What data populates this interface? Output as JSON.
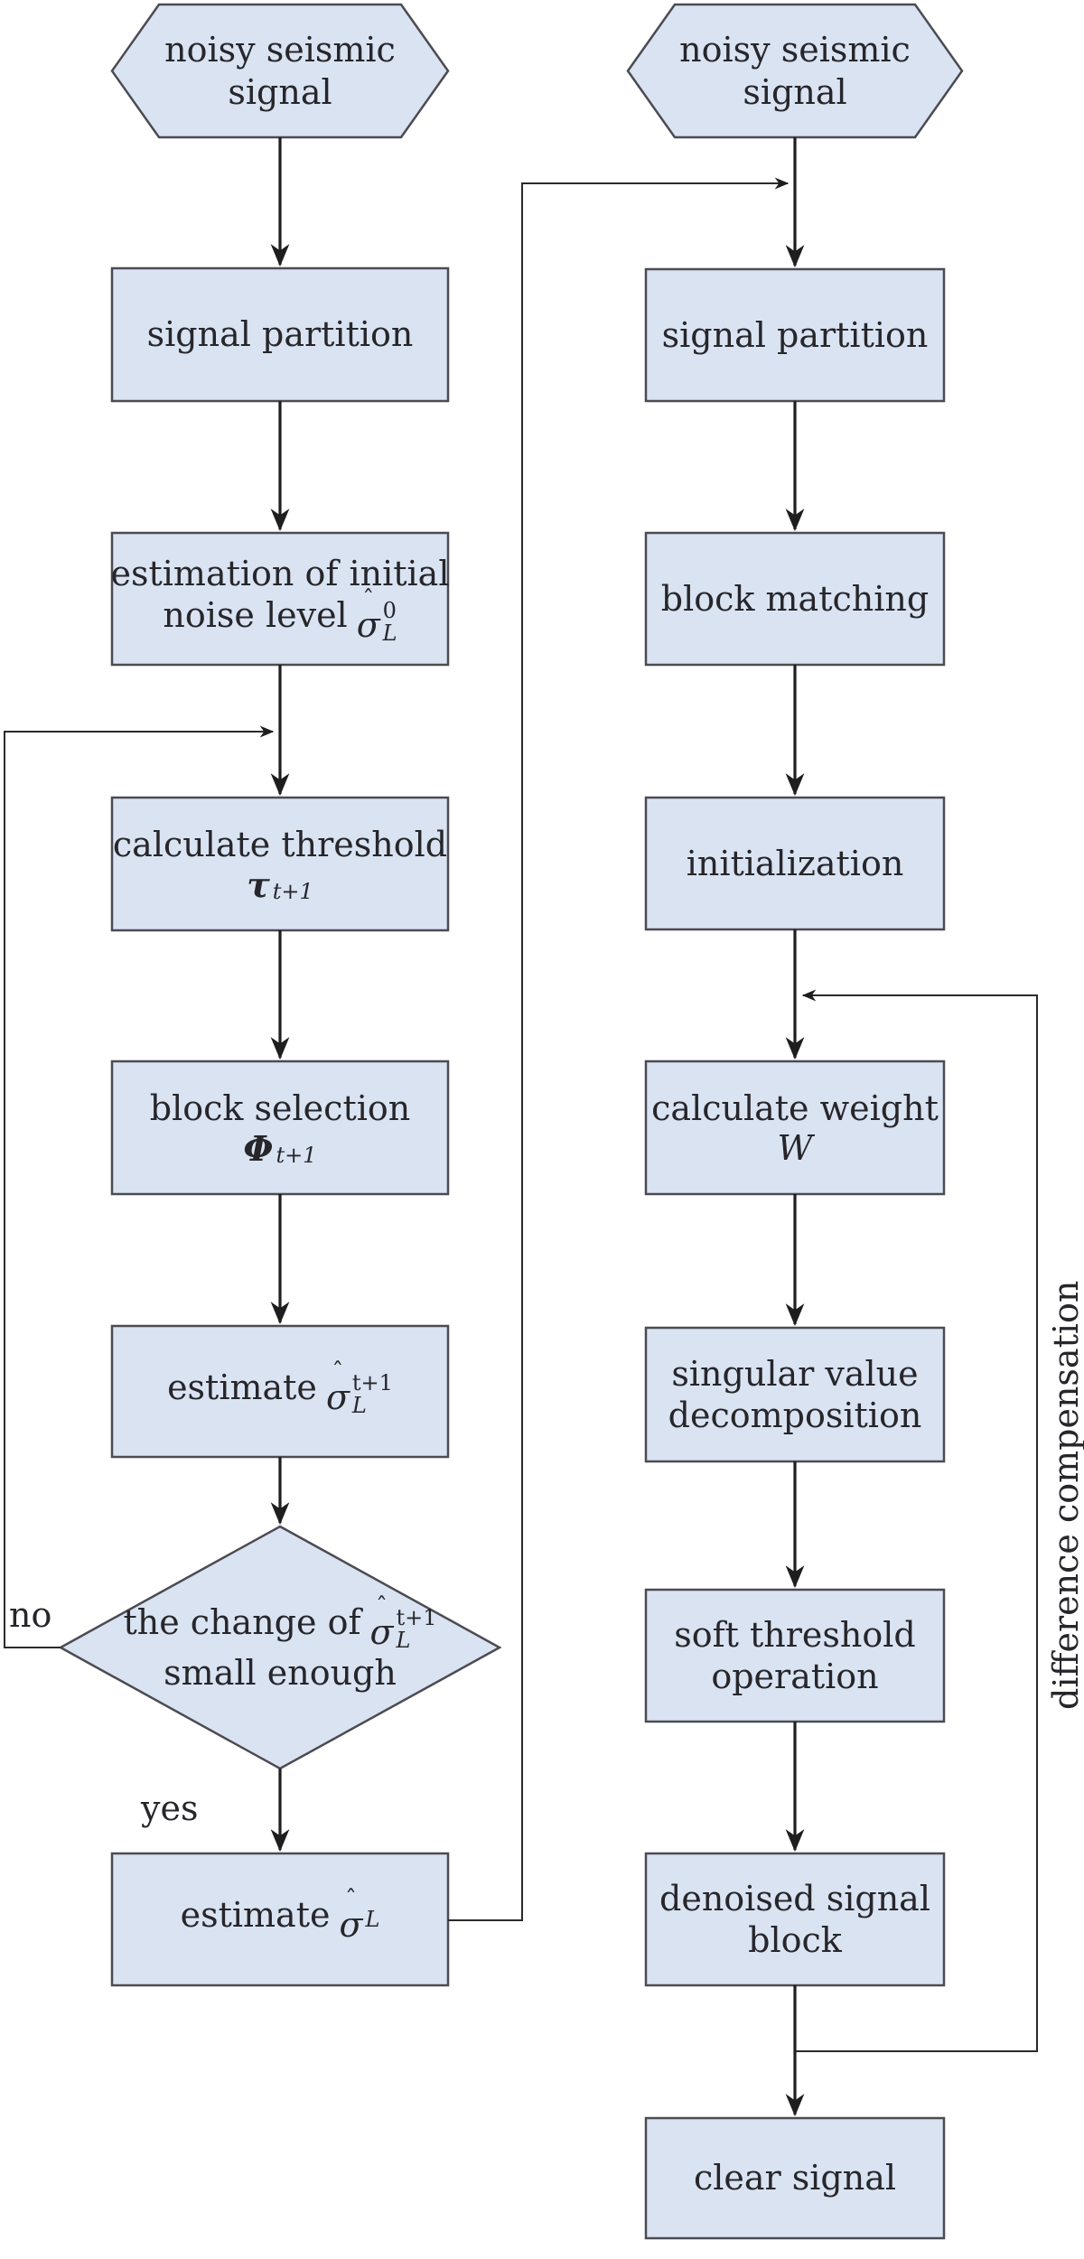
{
  "colors": {
    "node_fill": "#d9e3f1",
    "node_border": "#4b4b52",
    "arrow_line": "#1e1e1e",
    "text": "#26262b",
    "background": "#ffffff"
  },
  "left": {
    "hex": {
      "l1": "noisy seismic",
      "l2": "signal"
    },
    "partition": "signal partition",
    "noise": {
      "l1": "estimation of initial",
      "l2": "noise level",
      "hat": "ˆ",
      "sigma": "σ",
      "sup": "0",
      "sub": "L"
    },
    "threshold": {
      "l1": "calculate threshold",
      "sym": "τ",
      "sub": "t+1"
    },
    "selection": {
      "l1": "block selection",
      "sym": "Φ",
      "sub": "t+1"
    },
    "estimate_t1": {
      "pre": "estimate",
      "hat": "ˆ",
      "sigma": "σ",
      "sup": "t+1",
      "sub": "L"
    },
    "decision": {
      "l1": "the change of",
      "hat": "ˆ",
      "sigma": "σ",
      "sup": "t+1",
      "sub": "L",
      "l2": "small enough"
    },
    "estimate_final": {
      "pre": "estimate",
      "hat": "ˆ",
      "sigma": "σ",
      "sub": "L"
    },
    "no_label": "no",
    "yes_label": "yes"
  },
  "right": {
    "hex": {
      "l1": "noisy seismic",
      "l2": "signal"
    },
    "partition": "signal partition",
    "matching": "block matching",
    "init": "initialization",
    "weight": {
      "l1": "calculate weight",
      "sym": "W"
    },
    "svd": {
      "l1": "singular value",
      "l2": "decomposition"
    },
    "soft": {
      "l1": "soft threshold",
      "l2": "operation"
    },
    "denoised": {
      "l1": "denoised signal",
      "l2": "block"
    },
    "clear": "clear signal",
    "loop_label": "difference compensation"
  }
}
